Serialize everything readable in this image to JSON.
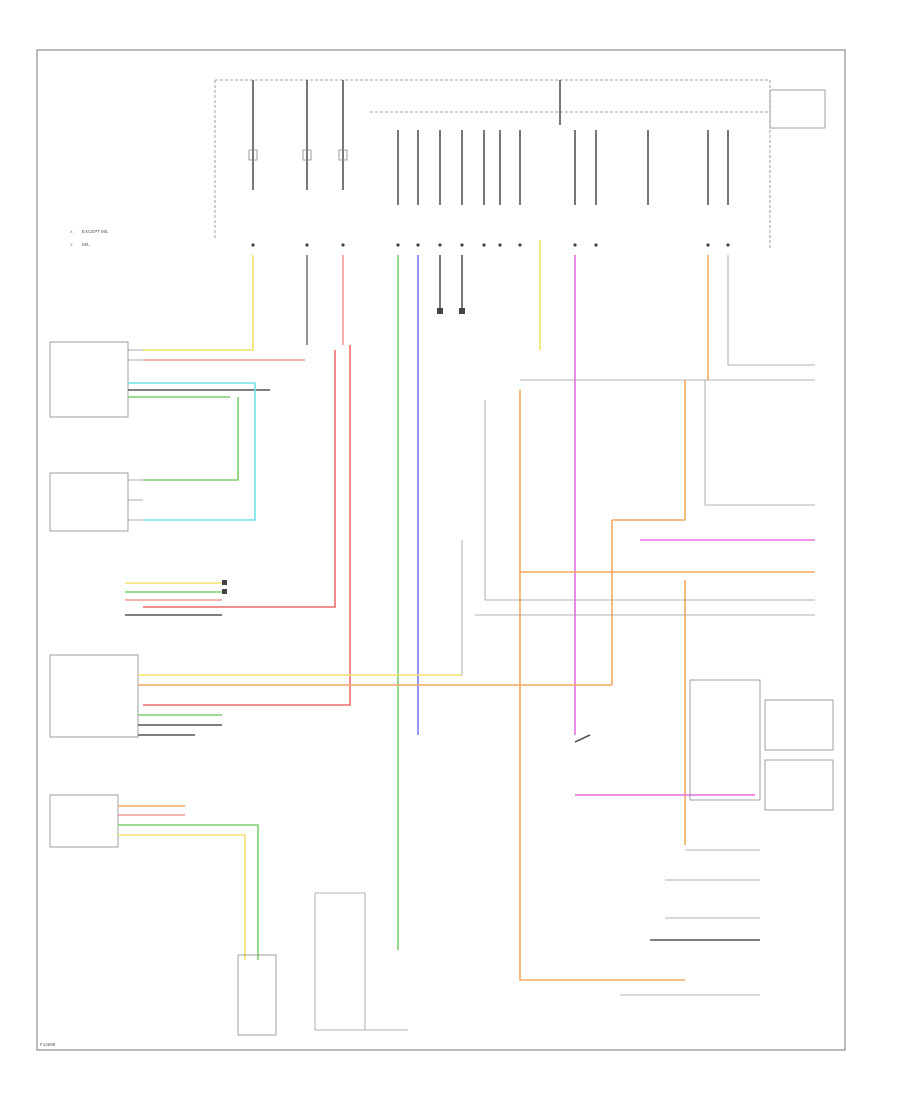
{
  "diagram": {
    "legend": {
      "x_label": "EXCEPT M/L",
      "y_label": "M/L"
    },
    "figure_id": "F14598",
    "colors": {
      "orange": "#f5a862",
      "yellow": "#f0e26a",
      "pink": "#f59a9a",
      "red": "#ee6a6a",
      "green": "#7fcf6f",
      "cyan": "#6fe3ea",
      "blue": "#7b7bf0",
      "magenta": "#e56fe0",
      "wire_black": "#555555",
      "wire_gray": "#9a9a9a"
    },
    "icons": [
      "ground-symbol",
      "connector-pin",
      "splice-node",
      "switch-symbol"
    ]
  }
}
